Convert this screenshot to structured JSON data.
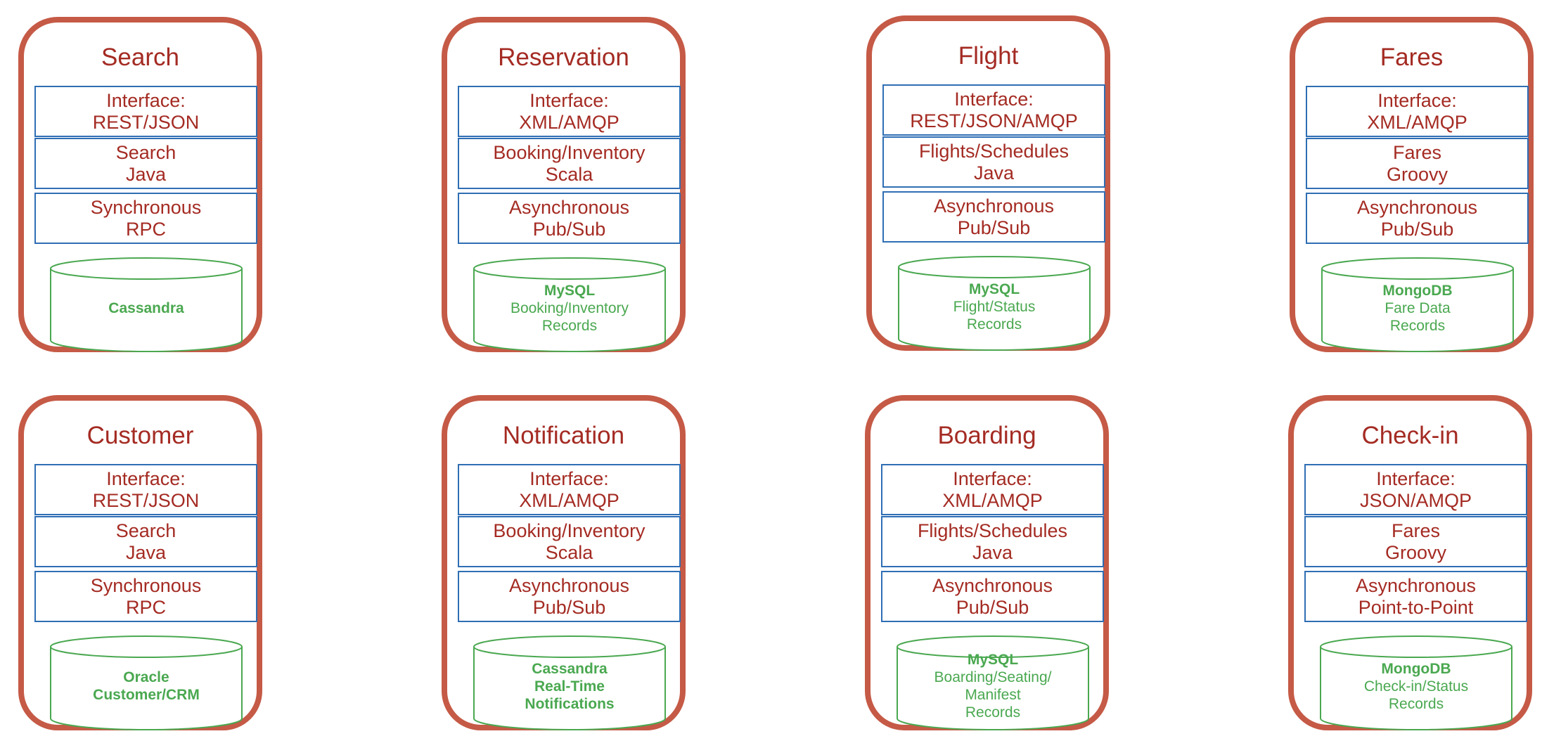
{
  "colors": {
    "card_border": "#c55a46",
    "title_text": "#a42b23",
    "layer_border": "#2f6eb4",
    "database": "#4aa850"
  },
  "services": [
    {
      "title": "Search",
      "layers": [
        [
          "Interface:",
          "REST/JSON"
        ],
        [
          "Search",
          "Java"
        ],
        [
          "Synchronous",
          "RPC"
        ]
      ],
      "database": {
        "bold_lines": [
          "Cassandra"
        ],
        "lines": []
      }
    },
    {
      "title": "Reservation",
      "layers": [
        [
          "Interface:",
          "XML/AMQP"
        ],
        [
          "Booking/Inventory",
          "Scala"
        ],
        [
          "Asynchronous",
          "Pub/Sub"
        ]
      ],
      "database": {
        "bold_lines": [
          "MySQL"
        ],
        "lines": [
          "Booking/Inventory",
          "Records"
        ]
      }
    },
    {
      "title": "Flight",
      "layers": [
        [
          "Interface:",
          "REST/JSON/AMQP"
        ],
        [
          "Flights/Schedules",
          "Java"
        ],
        [
          "Asynchronous",
          "Pub/Sub"
        ]
      ],
      "database": {
        "bold_lines": [
          "MySQL"
        ],
        "lines": [
          "Flight/Status",
          "Records"
        ]
      }
    },
    {
      "title": "Fares",
      "layers": [
        [
          "Interface:",
          "XML/AMQP"
        ],
        [
          "Fares",
          "Groovy"
        ],
        [
          "Asynchronous",
          "Pub/Sub"
        ]
      ],
      "database": {
        "bold_lines": [
          "MongoDB"
        ],
        "lines": [
          "Fare Data",
          "Records"
        ]
      }
    },
    {
      "title": "Customer",
      "layers": [
        [
          "Interface:",
          "REST/JSON"
        ],
        [
          "Search",
          "Java"
        ],
        [
          "Synchronous",
          "RPC"
        ]
      ],
      "database": {
        "bold_lines": [
          "Oracle",
          "Customer/CRM"
        ],
        "lines": []
      }
    },
    {
      "title": "Notification",
      "layers": [
        [
          "Interface:",
          "XML/AMQP"
        ],
        [
          "Booking/Inventory",
          "Scala"
        ],
        [
          "Asynchronous",
          "Pub/Sub"
        ]
      ],
      "database": {
        "bold_lines": [
          "Cassandra",
          "Real-Time",
          "Notifications"
        ],
        "lines": []
      }
    },
    {
      "title": "Boarding",
      "layers": [
        [
          "Interface:",
          "XML/AMQP"
        ],
        [
          "Flights/Schedules",
          "Java"
        ],
        [
          "Asynchronous",
          "Pub/Sub"
        ]
      ],
      "database": {
        "bold_lines": [
          "MySQL"
        ],
        "lines": [
          "Boarding/Seating/",
          "Manifest",
          "Records"
        ]
      }
    },
    {
      "title": "Check-in",
      "layers": [
        [
          "Interface:",
          "JSON/AMQP"
        ],
        [
          "Fares",
          "Groovy"
        ],
        [
          "Asynchronous",
          "Point-to-Point"
        ]
      ],
      "database": {
        "bold_lines": [
          "MongoDB"
        ],
        "lines": [
          "Check-in/Status",
          "Records"
        ]
      }
    }
  ]
}
